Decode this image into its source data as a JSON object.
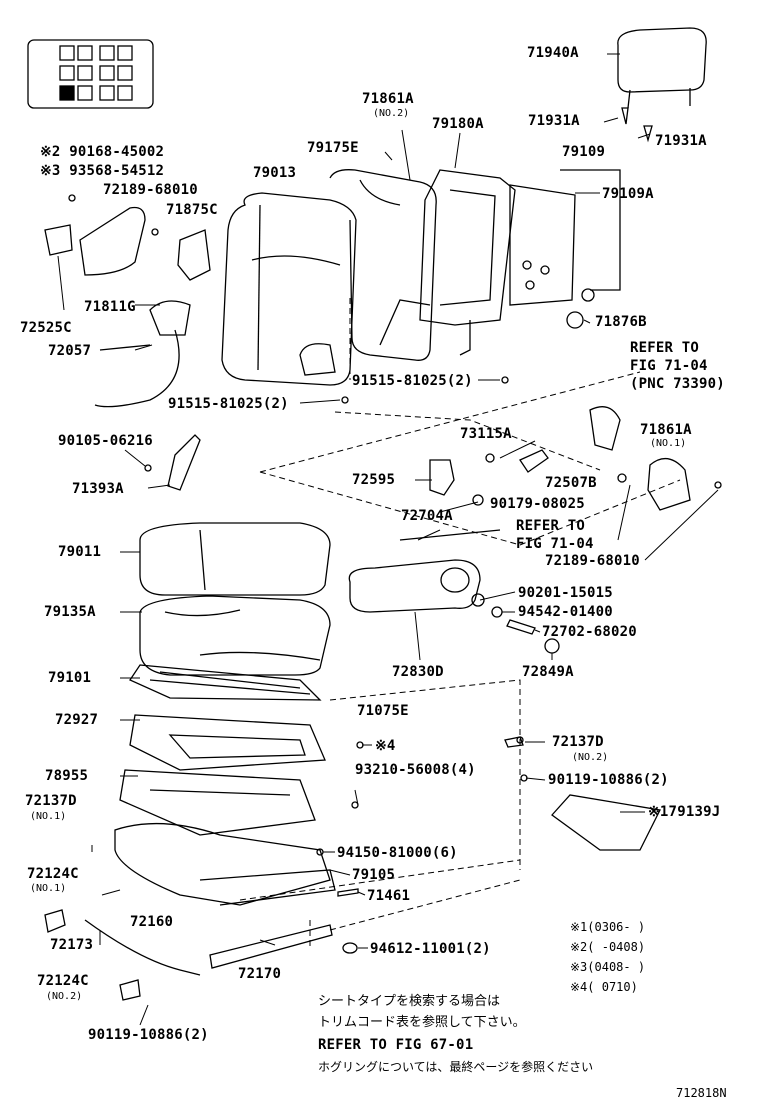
{
  "labels": {
    "p71940A": "71940A",
    "p71861A_top": "71861A",
    "no2_top": "(NO.2)",
    "p79180A": "79180A",
    "p71931A_l": "71931A",
    "p71931A_r": "71931A",
    "p79109": "79109",
    "p79109A": "79109A",
    "p90168": "※2 90168-45002",
    "p93568": "※3 93568-54512",
    "p72189_top": "72189-68010",
    "p71875C": "71875C",
    "p79175E": "79175E",
    "p79013": "79013",
    "p71811G": "71811G",
    "p72525C": "72525C",
    "p72057": "72057",
    "p71876B": "71876B",
    "ref1": "REFER TO",
    "ref1b": "FIG 71-04",
    "ref1c": "(PNC 73390)",
    "p91515a": "91515-81025(2)",
    "p91515b": "91515-81025(2)",
    "p90105": "90105-06216",
    "p71393A": "71393A",
    "p73115A": "73115A",
    "p71861A_mid": "71861A",
    "no1_mid": "(NO.1)",
    "p72595": "72595",
    "p72507B": "72507B",
    "p90179": "90179-08025",
    "p72704A": "72704A",
    "ref2": "REFER TO",
    "ref2b": "FIG 71-04",
    "p72189_mid": "72189-68010",
    "p79011": "79011",
    "p90201": "90201-15015",
    "p94542": "94542-01400",
    "p72702": "72702-68020",
    "p79135A": "79135A",
    "p72830D": "72830D",
    "p72849A": "72849A",
    "p79101": "79101",
    "p71075E": "71075E",
    "p72927": "72927",
    "star4": "※4",
    "p93210": "93210-56008(4)",
    "p72137D_r": "72137D",
    "no2_r": "(NO.2)",
    "p90119_r": "90119-10886(2)",
    "p78955": "78955",
    "p72137D_l": "72137D",
    "no1_l": "(NO.1)",
    "p79139J": "※179139J",
    "p94150": "94150-81000(6)",
    "p79105": "79105",
    "p72124C_a": "72124C",
    "no1_a": "(NO.1)",
    "p71461": "71461",
    "p72160": "72160",
    "p72173": "72173",
    "p94612": "94612-11001(2)",
    "p72170": "72170",
    "p72124C_b": "72124C",
    "no2_b": "(NO.2)",
    "p90119_b": "90119-10886(2)"
  },
  "notes": {
    "n1": "※1(0306-    )",
    "n2": "※2(    -0408)",
    "n3": "※3(0408-    )",
    "n4": "※4(    0710)"
  },
  "footer": {
    "jp1": "シートタイプを検索する場合は",
    "jp2": "トリムコード表を参照して下さい。",
    "refer": "REFER TO FIG 67-01",
    "jp3": "ホグリングについては、最終ページを参照ください",
    "code": "712818N"
  }
}
